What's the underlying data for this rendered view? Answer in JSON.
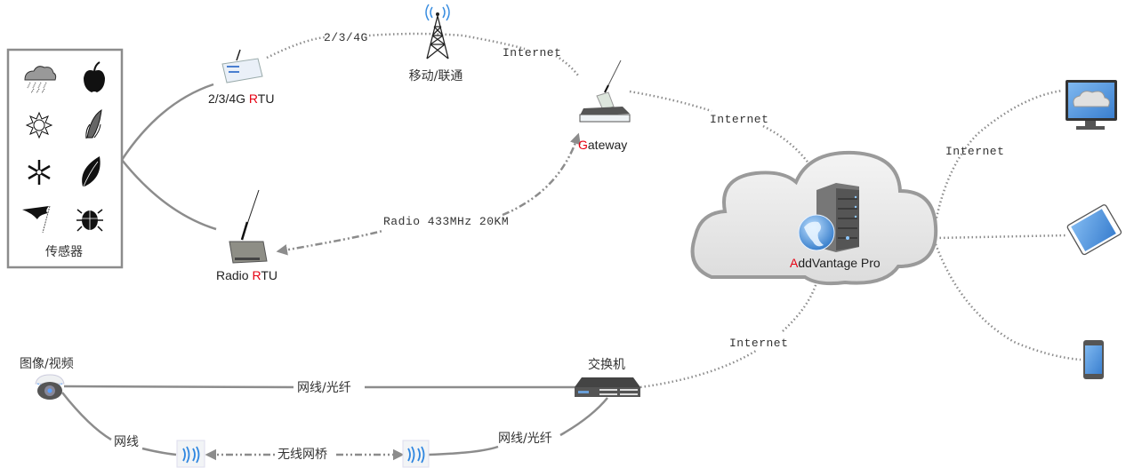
{
  "sensors": {
    "label": "传感器",
    "icons": [
      "rain-cloud",
      "apple",
      "sun",
      "corn",
      "snowflake",
      "leaf",
      "wind-flag",
      "beetle"
    ]
  },
  "nodes": {
    "rtu_4g": {
      "prefix": "2/3/4G ",
      "accent": "R",
      "suffix": "TU"
    },
    "radio_rtu": {
      "prefix": "Radio ",
      "accent": "R",
      "suffix": "TU"
    },
    "tower": {
      "label": "移动/联通"
    },
    "gateway": {
      "accent": "G",
      "suffix": "ateway"
    },
    "cloud": {
      "accent": "A",
      "suffix": "ddVantage Pro"
    },
    "camera": {
      "label": "图像/视频"
    },
    "switch": {
      "label": "交换机"
    }
  },
  "links": {
    "rtu_to_tower": "2/3/4G",
    "tower_to_gateway": "Internet",
    "gateway_to_cloud": "Internet",
    "radio": "Radio 433MHz 20KM",
    "cloud_to_clients": "Internet",
    "switch_to_cloud": "Internet",
    "camera_to_switch": "网线/光纤",
    "camera_to_bridge": "网线",
    "wireless_bridge": "无线网桥",
    "bridge_to_switch": "网线/光纤"
  },
  "clients": [
    "monitor",
    "tablet",
    "phone"
  ],
  "colors": {
    "accent": "#e60012",
    "line": "#8c8c8c",
    "screen": "#4a90d9"
  }
}
